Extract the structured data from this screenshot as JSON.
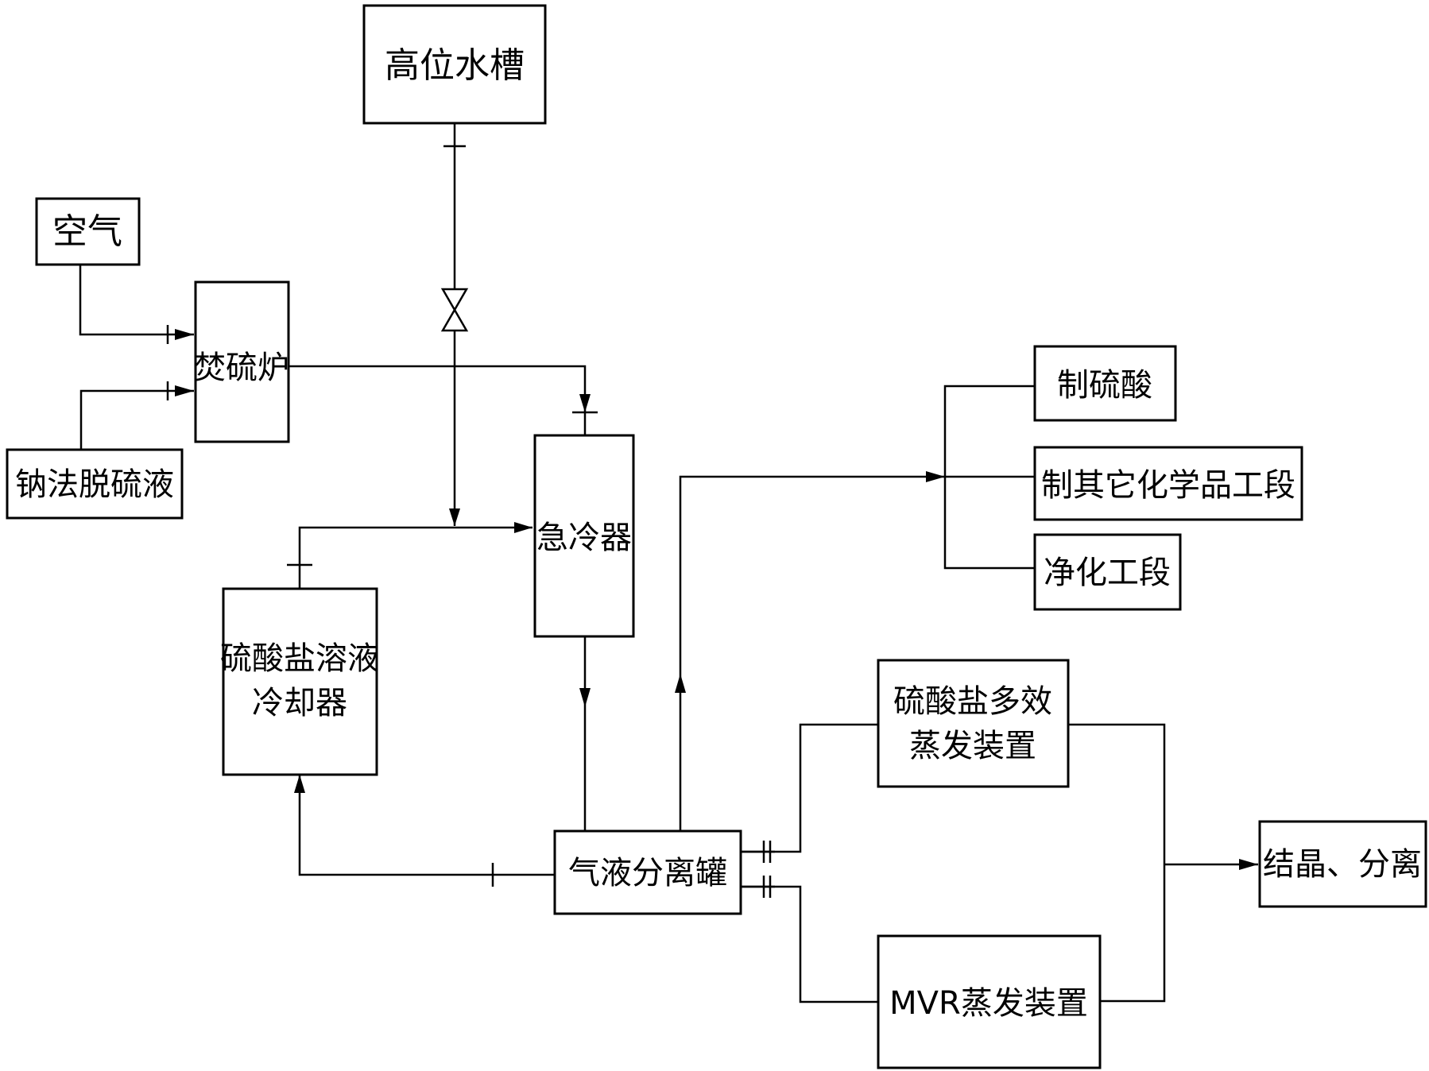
{
  "nodes": {
    "high_tank": "高位水槽",
    "air": "空气",
    "incinerator": "焚硫炉",
    "desulf_liquid": "钠法脱硫液",
    "quench": "急冷器",
    "sulfate_cooler": [
      "硫酸盐溶液",
      "冷却器"
    ],
    "separator": "气液分离罐",
    "sulfuric_acid": "制硫酸",
    "other_chemicals": "制其它化学品工段",
    "purification": "净化工段",
    "multi_effect": [
      "硫酸盐多效",
      "蒸发装置"
    ],
    "mvr": "MVR蒸发装置",
    "crystallization": "结晶、分离"
  },
  "colors": {
    "line": "#000000",
    "background": "#ffffff"
  }
}
